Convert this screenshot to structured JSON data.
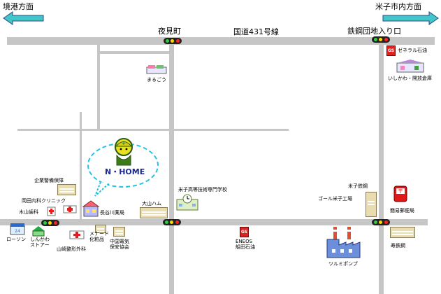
{
  "directions": {
    "left": "境港方面",
    "right": "米子市内方面"
  },
  "intersections": {
    "yomicho": "夜見町",
    "route431": "国道431号線",
    "tekkodanchi": "鉄鋼団地入り口"
  },
  "logo": {
    "title": "N・HOME"
  },
  "places": {
    "marugou": "まるごう",
    "general": "ゼネラル石油",
    "ishikawa": "いしかわ・開放倉庫",
    "kigyo": "企業警備保障",
    "okada": "岡田内科クリニック",
    "kiyama": "木山歯科",
    "hasegawa": "長谷川薬局",
    "oyama": "大山ハム",
    "yonago_school": "米子高等技術専門学校",
    "yonago_tekko": "米子鉄鋼",
    "gorl": "ゴール米子工場",
    "post": "簡易郵便局",
    "kotobuki": "寿鉄鋼",
    "lawson": "ローソン",
    "shinkawa": "しんかわ\nストアー",
    "yamasaki": "山崎整形外科",
    "menard": "メナード\n化粧品",
    "chugoku": "中国電気\n保安協会",
    "eneos": "ENEOS\n船田石油",
    "tsurumi": "ツルミポンプ"
  },
  "colors": {
    "road": "#c6c6c6",
    "arrow_fill": "#41c6c8",
    "bubble": "#22c4e6",
    "brand_text": "#1a2a8c"
  }
}
